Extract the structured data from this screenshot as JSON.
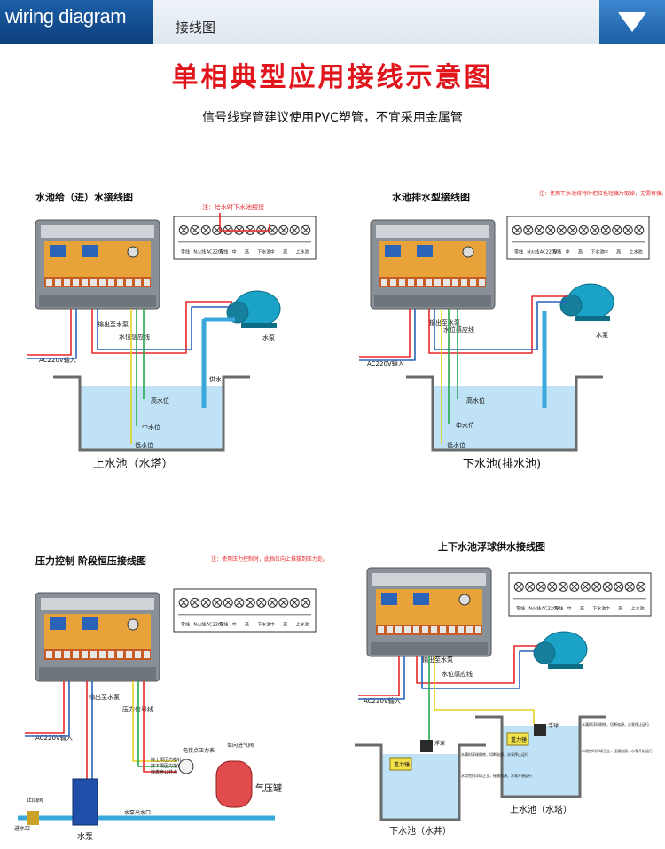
{
  "header": {
    "title_en": "wiring diagram",
    "title_cn": "接线图"
  },
  "main_title": "单相典型应用接线示意图",
  "subtitle": "信号线穿管建议使用PVC塑管，不宜采用金属管",
  "terminal_top_labels": [
    "零线",
    "N火线",
    "L火线",
    "电源",
    "AC220V",
    "电源",
    "零线",
    "水泵电机",
    "中",
    "高",
    "下水池",
    "中",
    "高",
    "上水池",
    "公共"
  ],
  "diagrams": [
    {
      "title": "水池给（进）水接线图",
      "note": "注：给水时下水池短接",
      "ac_label": "AC220V输入",
      "output_label": "输出至水泵",
      "sensor_label": "水位感应线",
      "pump_label": "水泵",
      "supply_label": "供水",
      "levels": [
        "高水位",
        "中水位",
        "低水位"
      ],
      "tank_label": "上水池（水塔）"
    },
    {
      "title": "水池排水型接线图",
      "note": "注：使用下水池排污时把红色短接片取掉，无需再接。",
      "ac_label": "AC220V输入",
      "output_label": "输出至水泵",
      "sensor_label": "水位感应线",
      "pump_label": "水泵",
      "levels": [
        "高水位",
        "中水位",
        "低水位"
      ],
      "tank_label": "下水池(排水池)"
    },
    {
      "title": "压力控制  阶段恒压接线图",
      "note": "注：使用压力控制时，此档位向上推拔到压力处。",
      "ac_label": "AC220V输入",
      "output_label": "输出至水泵",
      "signal_label": "压力信号线",
      "gauge_label": "电接点压力表",
      "tank_top_label": "单向进气阀",
      "tank_label": "气压罐",
      "outlet_label": "水泵出水口",
      "valve_label": "止回阀",
      "inlet_label": "进水口",
      "pump_label": "水泵",
      "contact_labels": [
        "接上限压力指针",
        "接下限压力指针",
        "接表壳公共点"
      ]
    },
    {
      "title": "上下水池浮球供水接线图",
      "ac_label": "AC220V输入",
      "output_label": "输出至水泵",
      "sensor_label": "水位感应线",
      "float_label": "浮球",
      "weight_label": "重力锤",
      "tank_left_label": "下水池（水井）",
      "tank_right_label": "上水池（水塔）",
      "note_left_1": "水满时浮球倒转，切断电源，水泵停止运行",
      "note_left_2": "水用完时浮球正立，接通电源，水泵开始运行",
      "note_right_1": "水满时浮球倒转，切断电源，水泵停止运行",
      "note_right_2": "水用完时浮球正立，接通电源，水泵开始运行"
    }
  ],
  "colors": {
    "brand_blue": "#1b5ea5",
    "title_red": "#e0161c",
    "water_blue": "#bfe2f6",
    "wire_red": "#e8262a",
    "wire_green": "#27a84a",
    "wire_yellow": "#e6d21b",
    "pump_teal": "#1ba3c7"
  }
}
